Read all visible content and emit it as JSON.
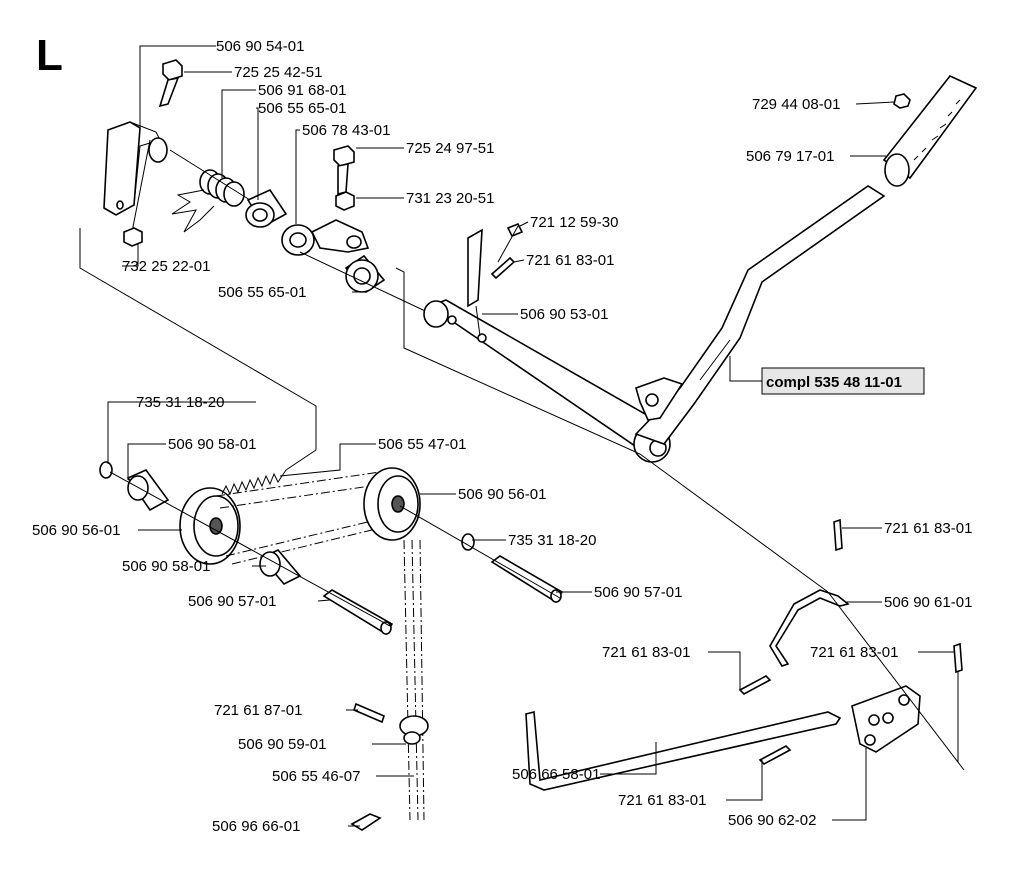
{
  "section_letter": "L",
  "assembly_label": "compl 535 48 11-01",
  "parts": {
    "p_506905401": "506 90 54-01",
    "p_725254251": "725 25 42-51",
    "p_506916801": "506 91 68-01",
    "p_506556501a": "506 55 65-01",
    "p_506784301": "506 78 43-01",
    "p_725249751": "725 24 97-51",
    "p_731232051": "731 23 20-51",
    "p_732252201": "732 25 22-01",
    "p_506556501b": "506 55 65-01",
    "p_721125930": "721 12 59-30",
    "p_721618301a": "721 61 83-01",
    "p_506905301": "506 90 53-01",
    "p_729440801": "729 44 08-01",
    "p_506791701": "506 79 17-01",
    "p_735311820a": "735 31 18-20",
    "p_506905801a": "506 90 58-01",
    "p_506554701": "506 55 47-01",
    "p_506905601a": "506 90 56-01",
    "p_506905601b": "506 90 56-01",
    "p_735311820b": "735 31 18-20",
    "p_506905801b": "506 90 58-01",
    "p_506905701a": "506 90 57-01",
    "p_506905701b": "506 90 57-01",
    "p_721618301b": "721 61 83-01",
    "p_506906101": "506 90 61-01",
    "p_721618301c": "721 61 83-01",
    "p_721618301d": "721 61 83-01",
    "p_721618701": "721 61 87-01",
    "p_506905901": "506 90 59-01",
    "p_506554607": "506 55 46-07",
    "p_506666801": "506 66 58-01",
    "p_721618301e": "721 61 83-01",
    "p_506969601": "506 96 66-01",
    "p_506906202": "506 90 62-02"
  }
}
